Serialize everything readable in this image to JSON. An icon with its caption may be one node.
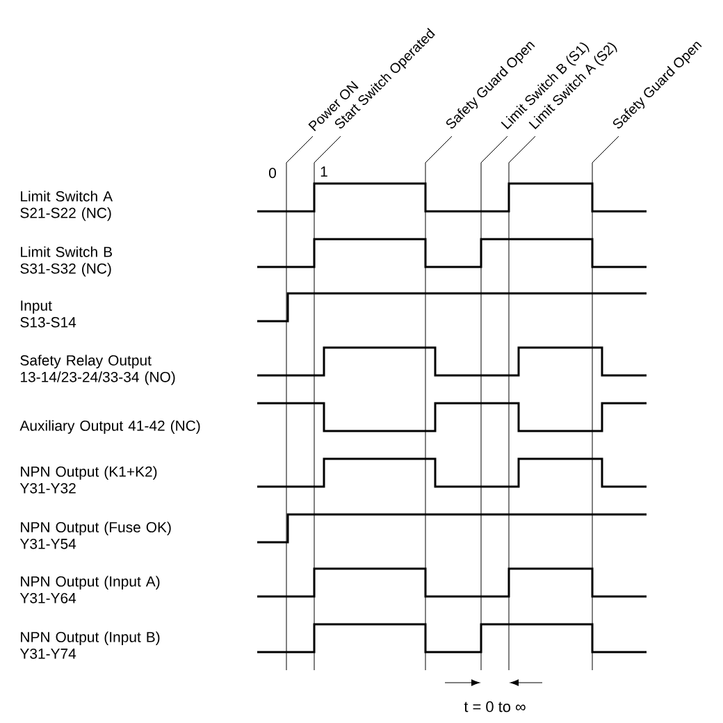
{
  "diagram": {
    "labels": [
      "Power ON",
      "Start Switch Operated",
      "Safety Guard Open",
      "Limit Switch B (S1)",
      "Limit Switch A (S2)",
      "Safety Guard Open",
      "0",
      "1",
      "Limit Switch A S21-S22 (NC)",
      "Limit Switch B S31-S32 (NC)",
      "Input S13-S14",
      "Safety Relay Output 13-14/23-24/33-34 (NO)",
      "Auxiliary Output 41-42 (NC)",
      "NPN Output (K1+K2) Y31-Y32",
      "NPN Output (Fuse OK) Y31-Y54",
      "NPN Output (Input A) Y31-Y64",
      "NPN Output (Input B) Y31-Y74",
      "t = 0 to ∞"
    ]
  }
}
